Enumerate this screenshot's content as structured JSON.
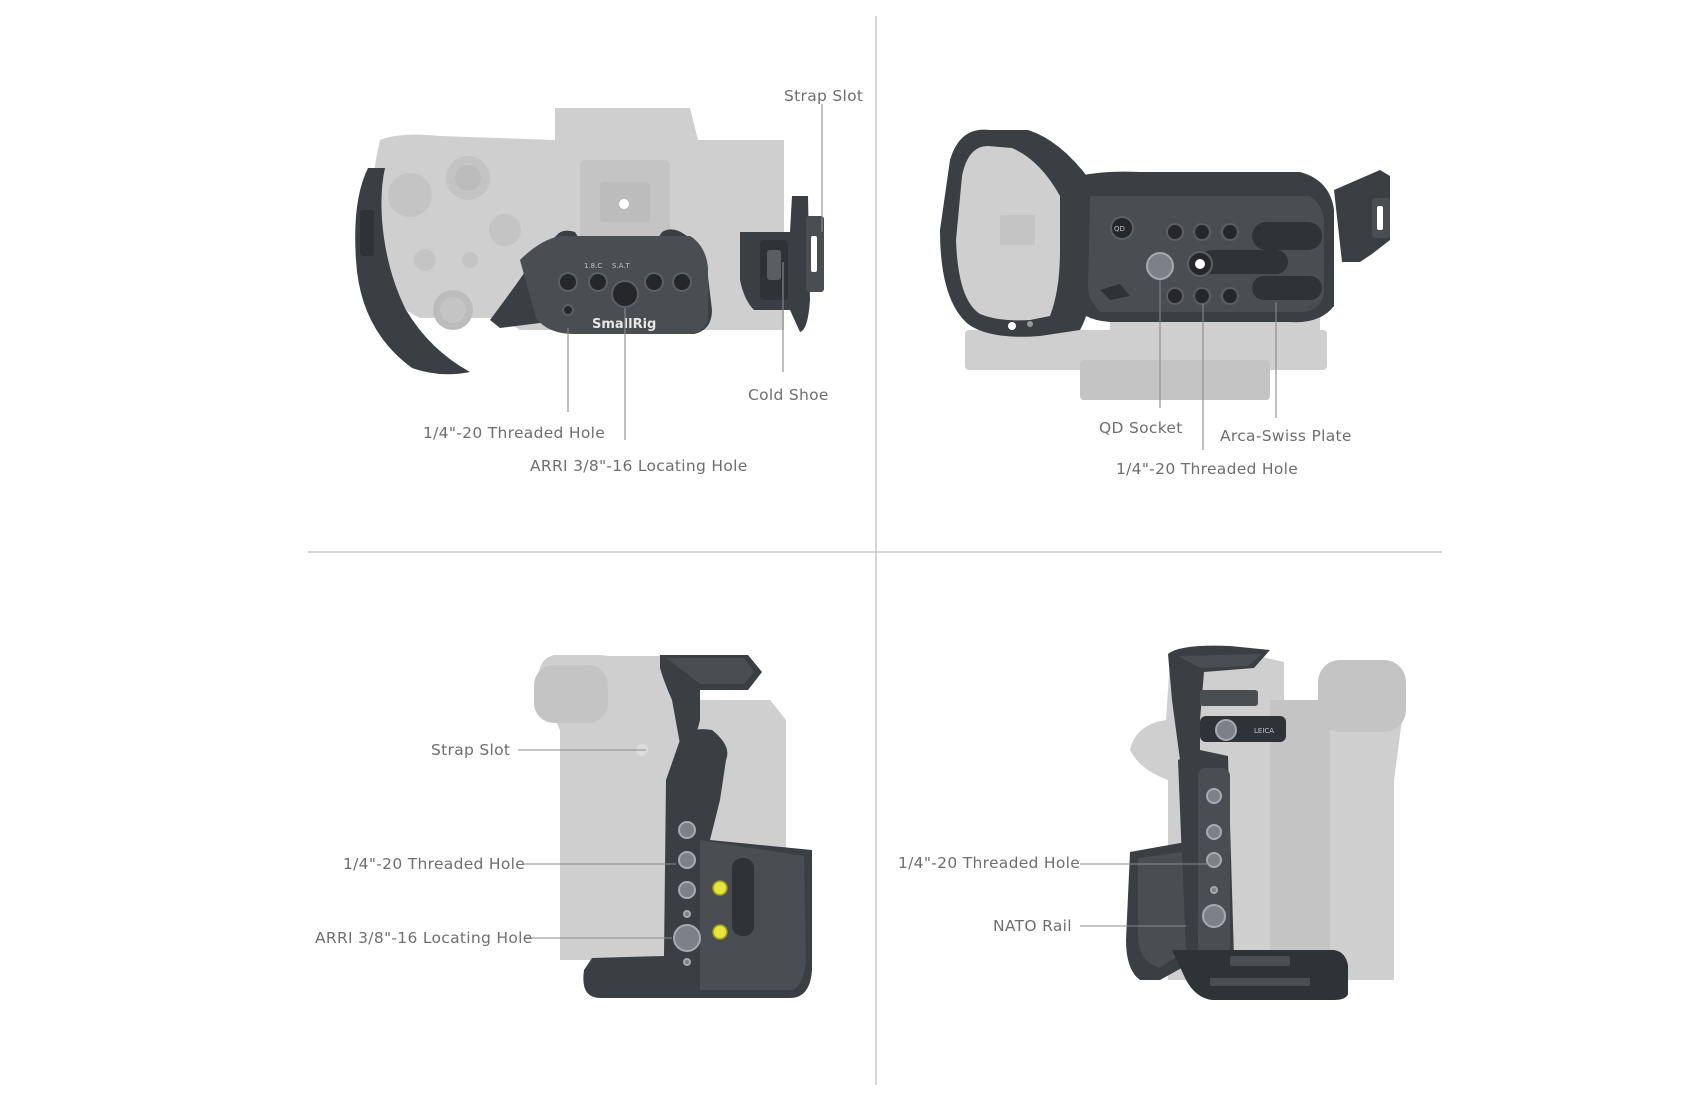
{
  "brand": "SmallRig",
  "panels": {
    "top_left": {
      "callouts": {
        "strap_slot": "Strap Slot",
        "cold_shoe": "Cold Shoe",
        "threaded_hole": "1/4\"-20 Threaded Hole",
        "arri_hole": "ARRI 3/8\"-16 Locating Hole"
      }
    },
    "top_right": {
      "callouts": {
        "qd_socket": "QD Socket",
        "arca_plate": "Arca-Swiss Plate",
        "threaded_hole": "1/4\"-20 Threaded Hole"
      }
    },
    "bottom_left": {
      "callouts": {
        "strap_slot": "Strap Slot",
        "threaded_hole": "1/4\"-20 Threaded Hole",
        "arri_hole": "ARRI 3/8\"-16 Locating Hole"
      }
    },
    "bottom_right": {
      "callouts": {
        "threaded_hole": "1/4\"-20 Threaded Hole",
        "nato_rail": "NATO Rail"
      }
    }
  },
  "colors": {
    "camera_body": "#cfcfcf",
    "cage": "#3b3e42",
    "accent_button": "#e7e43a",
    "label_text": "#6e6e6e"
  }
}
